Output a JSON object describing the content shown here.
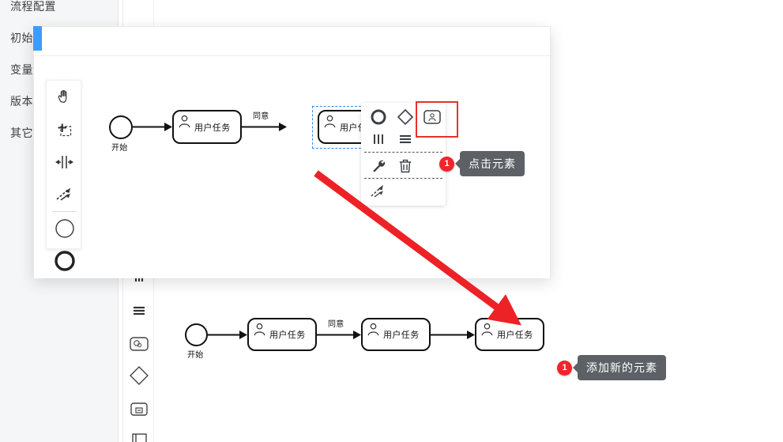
{
  "app": {
    "sidebar": {
      "items": [
        {
          "label": "流程配置",
          "name": "sidebar-item-process-config"
        },
        {
          "label": "初始限",
          "name": "sidebar-item-init"
        },
        {
          "label": "变量管",
          "name": "sidebar-item-variable"
        },
        {
          "label": "版本管",
          "name": "sidebar-item-version"
        },
        {
          "label": "其它设",
          "name": "sidebar-item-other"
        }
      ]
    },
    "background_palette": {
      "tools": [
        {
          "icon": "parallel-bars-icon",
          "label": "并行多实例"
        },
        {
          "icon": "hamburger-task-icon",
          "label": "任务列表"
        },
        {
          "icon": "service-task-icon",
          "label": "服务任务"
        },
        {
          "icon": "gateway-diamond-icon",
          "label": "网关"
        },
        {
          "icon": "subprocess-icon",
          "label": "子流程"
        },
        {
          "icon": "data-object-icon",
          "label": "数据对象"
        }
      ]
    }
  },
  "modal": {
    "title": "",
    "palette": {
      "tools": [
        {
          "icon": "hand-tool-icon",
          "label": "抓手工具"
        },
        {
          "icon": "lasso-tool-icon",
          "label": "套索工具"
        },
        {
          "icon": "space-tool-icon",
          "label": "空间工具"
        },
        {
          "icon": "connect-tool-icon",
          "label": "全局连线工具"
        },
        {
          "icon": "start-event-icon",
          "label": "开始事件"
        },
        {
          "icon": "end-event-icon",
          "label": "结束事件"
        }
      ]
    },
    "diagram": {
      "start_node": {
        "caption": "开始"
      },
      "tasks": [
        {
          "label": "用户任务",
          "selected": false
        },
        {
          "label": "用户任务",
          "selected": true
        }
      ],
      "flow_labels": [
        "同意"
      ]
    },
    "context_pad": {
      "items": [
        {
          "icon": "end-event-icon",
          "label": "追加结束事件"
        },
        {
          "icon": "gateway-diamond-icon",
          "label": "追加网关"
        },
        {
          "icon": "user-task-icon",
          "label": "追加用户任务",
          "highlighted": true
        },
        {
          "icon": "parallel-bars-icon",
          "label": "并行多实例"
        },
        {
          "icon": "hamburger-task-icon",
          "label": "更多任务类型"
        },
        {
          "icon": "wrench-icon",
          "label": "修改类型"
        },
        {
          "icon": "trash-icon",
          "label": "删除"
        },
        {
          "icon": "connect-arrows-icon",
          "label": "连接"
        }
      ]
    }
  },
  "background_diagram": {
    "start_node": {
      "caption": "开始"
    },
    "tasks": [
      {
        "label": "用户任务"
      },
      {
        "label": "用户任务"
      },
      {
        "label": "用户任务",
        "target": true
      }
    ],
    "flow_labels": [
      "同意"
    ]
  },
  "callouts": [
    {
      "badge": "1",
      "text": "点击元素",
      "name": "callout-click-element"
    },
    {
      "badge": "1",
      "text": "添加新的元素",
      "name": "callout-add-new-element"
    }
  ],
  "colors": {
    "accent_blue": "#3d9bfc",
    "selection_blue": "#3a86f0",
    "callout_red": "#f0242b",
    "highlight_red": "#e4322b",
    "arrow_red": "#ec2226",
    "tooltip_gray": "#5d6166",
    "sidebar_bg": "#f5f6f7"
  }
}
